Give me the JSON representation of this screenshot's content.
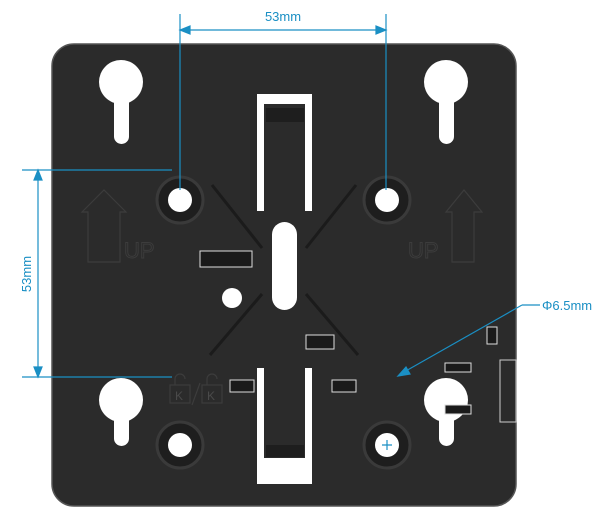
{
  "labels": {
    "horizontal_spacing": "53mm",
    "vertical_spacing": "53mm",
    "hole_diameter": "Φ6.5mm",
    "up_left": "UP",
    "up_right": "UP",
    "lock_a": "K",
    "lock_b": "K"
  },
  "colors": {
    "plate": "#2b2b2b",
    "dimension": "#1a8fc4",
    "background": "#ffffff"
  }
}
